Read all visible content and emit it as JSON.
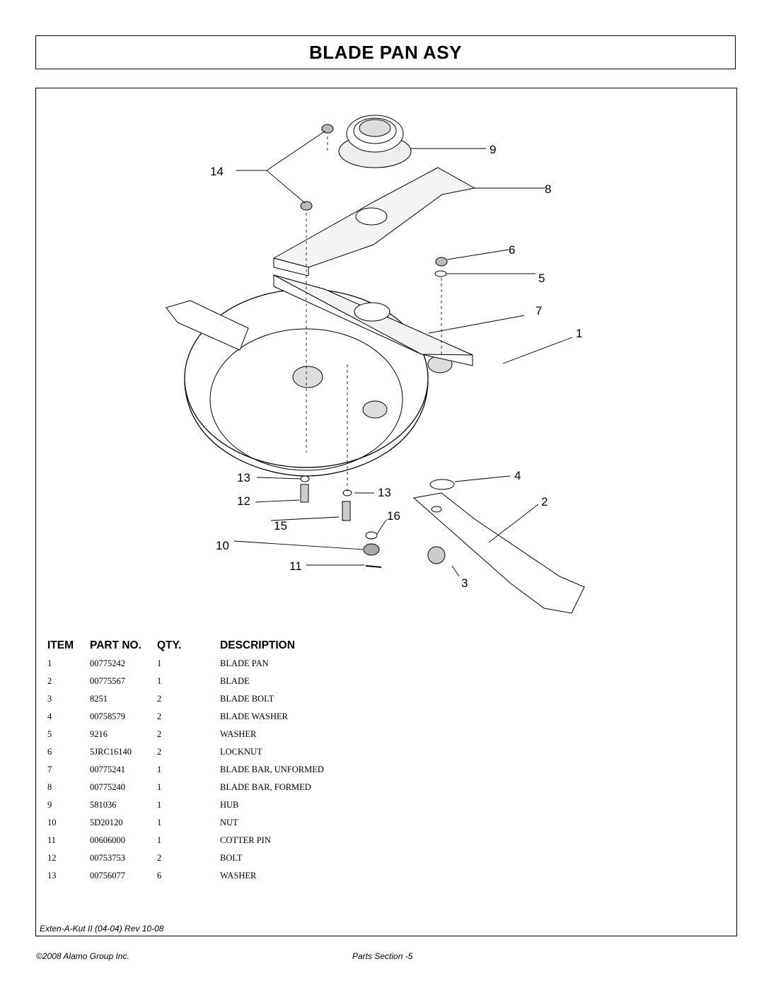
{
  "page_title": "BLADE PAN ASY",
  "callouts": {
    "n1": "1",
    "n2": "2",
    "n3": "3",
    "n4": "4",
    "n5": "5",
    "n6": "6",
    "n7": "7",
    "n8": "8",
    "n9": "9",
    "n10": "10",
    "n11": "11",
    "n12": "12",
    "n13a": "13",
    "n13b": "13",
    "n14": "14",
    "n15": "15",
    "n16": "16"
  },
  "parts_table": {
    "headers": {
      "item": "ITEM",
      "part_no": "PART NO.",
      "qty": "QTY.",
      "description": "DESCRIPTION"
    },
    "rows": [
      {
        "item": "1",
        "part_no": "00775242",
        "qty": "1",
        "description": "BLADE PAN"
      },
      {
        "item": "2",
        "part_no": "00775567",
        "qty": "1",
        "description": "BLADE"
      },
      {
        "item": "3",
        "part_no": "8251",
        "qty": "2",
        "description": "BLADE BOLT"
      },
      {
        "item": "4",
        "part_no": "00758579",
        "qty": "2",
        "description": "BLADE WASHER"
      },
      {
        "item": "5",
        "part_no": "9216",
        "qty": "2",
        "description": "WASHER"
      },
      {
        "item": "6",
        "part_no": "5JRC16140",
        "qty": "2",
        "description": "LOCKNUT"
      },
      {
        "item": "7",
        "part_no": "00775241",
        "qty": "1",
        "description": "BLADE BAR, UNFORMED"
      },
      {
        "item": "8",
        "part_no": "00775240",
        "qty": "1",
        "description": "BLADE BAR, FORMED"
      },
      {
        "item": "9",
        "part_no": "581036",
        "qty": "1",
        "description": "HUB"
      },
      {
        "item": "10",
        "part_no": "5D20120",
        "qty": "1",
        "description": "NUT"
      },
      {
        "item": "11",
        "part_no": "00606000",
        "qty": "1",
        "description": "COTTER PIN"
      },
      {
        "item": "12",
        "part_no": "00753753",
        "qty": "2",
        "description": "BOLT"
      },
      {
        "item": "13",
        "part_no": "00756077",
        "qty": "6",
        "description": "WASHER"
      }
    ]
  },
  "footer": {
    "doc_ref": "Exten-A-Kut II (04-04) Rev 10-08",
    "copyright": "©2008 Alamo Group Inc.",
    "page": "Parts Section -5"
  }
}
